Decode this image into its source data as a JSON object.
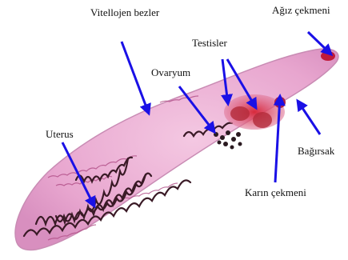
{
  "labels": {
    "vitellojen": "Vitellojen bezler",
    "agiz": "Ağız çekmeni",
    "testisler": "Testisler",
    "ovaryum": "Ovaryum",
    "uterus": "Uterus",
    "bagirsak": "Bağırsak",
    "karin": "Karın çekmeni"
  },
  "colors": {
    "arrow": "#1a10e6",
    "body_fill": "#e8a6cf",
    "body_edge": "#c98cb4",
    "uterus": "#3a1a26",
    "testes": "#c8343e",
    "oral_sucker": "#c01a3a"
  }
}
